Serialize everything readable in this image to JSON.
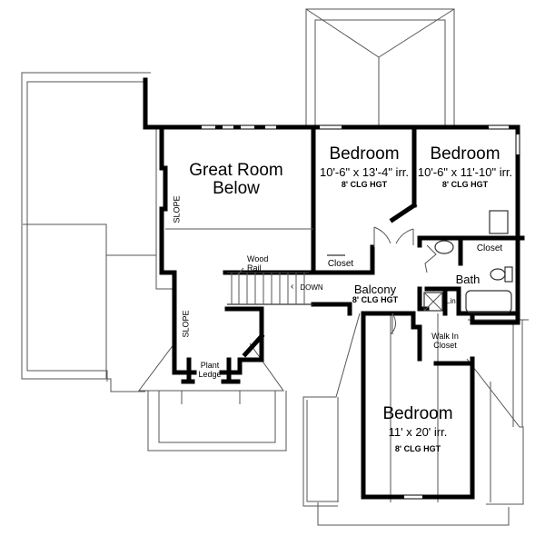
{
  "plan": {
    "rooms": [
      {
        "id": "great-room",
        "name_line1": "Great Room",
        "name_line2": "Below"
      },
      {
        "id": "bedroom-2",
        "name": "Bedroom",
        "size": "10'-6\" x 13'-4\" irr.",
        "ceiling": "8' CLG HGT"
      },
      {
        "id": "bedroom-3",
        "name": "Bedroom",
        "size": "10'-6\" x 11'-10\" irr.",
        "ceiling": "8' CLG HGT"
      },
      {
        "id": "bedroom-4",
        "name": "Bedroom",
        "size": "11' x 20' irr.",
        "ceiling": "8' CLG HGT"
      },
      {
        "id": "balcony",
        "name": "Balcony",
        "ceiling": "8' CLG HGT"
      },
      {
        "id": "bath",
        "name": "Bath"
      }
    ],
    "small_labels": {
      "closet_balcony": "Closet",
      "closet_bedroom3": "Closet",
      "linen": "Lin.",
      "walk_in_line1": "Walk In",
      "walk_in_line2": "Closet",
      "plant_line1": "Plant",
      "plant_line2": "Ledge",
      "wood_line1": "Wood",
      "wood_line2": "Rail",
      "stair_down": "DOWN",
      "slope_1": "SLOPE",
      "slope_2": "SLOPE"
    },
    "colors": {
      "wall": "#000000",
      "roof_line": "#555555",
      "background": "#ffffff"
    }
  }
}
